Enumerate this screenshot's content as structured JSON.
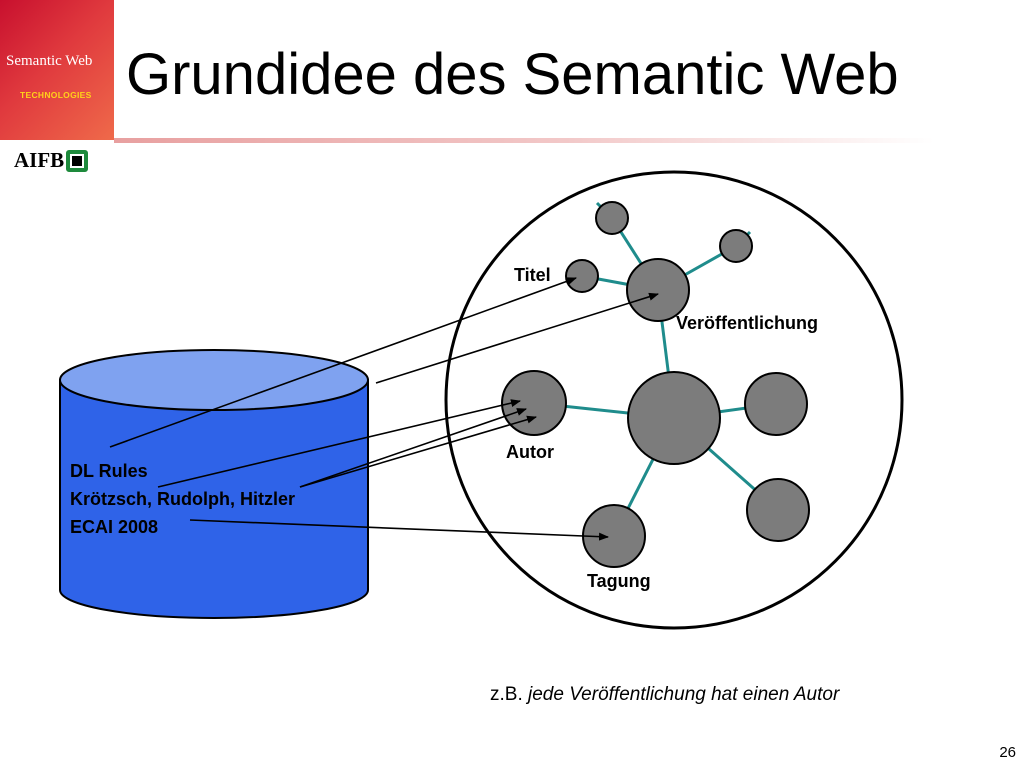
{
  "header": {
    "logo_title": "Semantic Web",
    "logo_subtitle": "TECHNOLOGIES",
    "page_title": "Grundidee des Semantic Web",
    "org_logo_text": "AIFB"
  },
  "database": {
    "lines": [
      "DL Rules",
      "Krötzsch, Rudolph, Hitzler",
      "ECAI 2008"
    ]
  },
  "graph": {
    "labels": {
      "titel": "Titel",
      "veroeffentlichung": "Veröffentlichung",
      "autor": "Autor",
      "tagung": "Tagung"
    }
  },
  "example": {
    "prefix": "z.B.",
    "italic": "jede Veröffentlichung hat einen Autor"
  },
  "slide_number": "26",
  "colors": {
    "brand_red": "#c8102e",
    "brand_yellow": "#ffd21a",
    "cylinder_blue": "#2f63e8",
    "cylinder_top": "#7fa2f0",
    "node_gray": "#7c7c7c",
    "edge_teal": "#1f8c8c"
  }
}
